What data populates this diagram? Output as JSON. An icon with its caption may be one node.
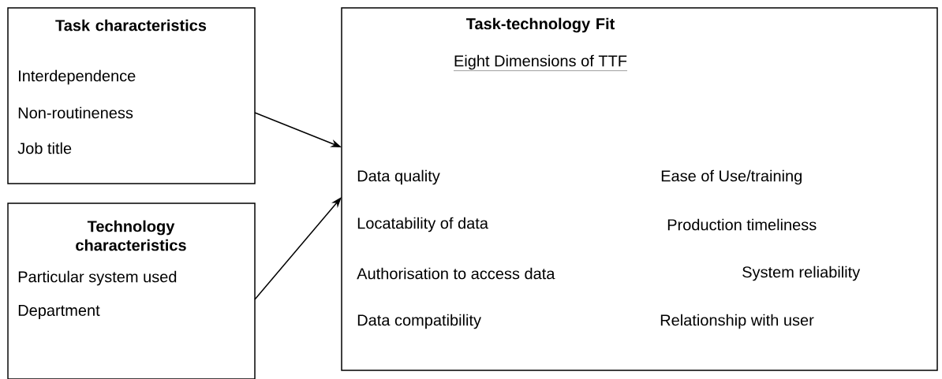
{
  "diagram": {
    "nodes": [
      {
        "text": [
          "Task characteristics",
          "Interdependence",
          "Non-routineness",
          "Job title"
        ]
      },
      {
        "text": [
          "Technology characteristics",
          "Particular system used",
          "Department"
        ]
      },
      {
        "text": [
          "Task-technology Fit",
          "Eight Dimensions of TTF",
          "Data quality",
          "Ease of Use/training",
          "Locatability of data",
          "Production timeliness",
          "Authorisation to access data",
          "System reliability",
          "Data compatibility",
          "Relationship with user"
        ]
      }
    ],
    "edges": [
      {
        "from": 0,
        "to": 2,
        "arrow": "to"
      },
      {
        "from": 1,
        "to": 2,
        "arrow": "to"
      }
    ]
  }
}
